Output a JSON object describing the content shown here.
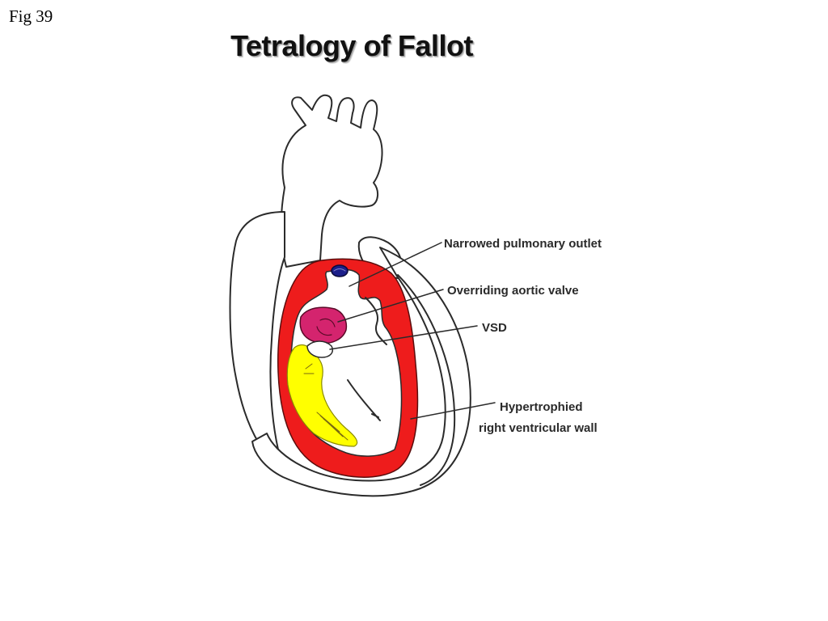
{
  "figure_number": "Fig 39",
  "title": "Tetralogy of Fallot",
  "labels": {
    "narrowed_pulmonary_outlet": "Narrowed pulmonary outlet",
    "overriding_aortic_valve": "Overriding aortic valve",
    "vsd": "VSD",
    "hypertrophied_line1": "Hypertrophied",
    "hypertrophied_line2": "right ventricular wall"
  },
  "colors": {
    "ventricular_wall": "#ee1c1c",
    "aortic_valve": "#d4246e",
    "pulmonary_valve": "#1c1f8a",
    "tricuspid_region": "#ffff00",
    "outline": "#2b2b2b"
  }
}
